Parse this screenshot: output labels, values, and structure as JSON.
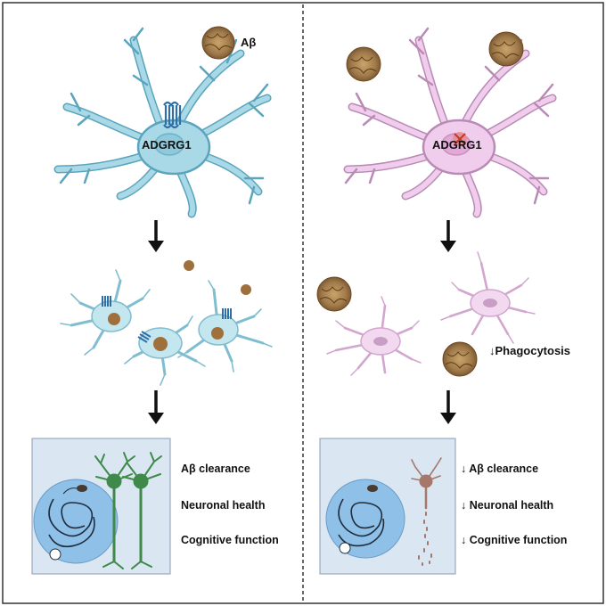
{
  "labels": {
    "abeta": "Aβ",
    "receptor_left": "ADGRG1",
    "receptor_right": "ADGRG1",
    "phagocytosis": "Phagocytosis"
  },
  "left_outcomes": [
    "Aβ clearance",
    "Neuronal health",
    "Cognitive function"
  ],
  "right_outcomes": [
    "Aβ clearance",
    "Neuronal health",
    "Cognitive function"
  ],
  "decrease_symbol": "↓",
  "colors": {
    "healthy_microglia": "#a9d8e6",
    "healthy_outline": "#5aa5bd",
    "deficient_microglia": "#f0cdec",
    "deficient_outline": "#b98ab5",
    "receptor": "#3b7fb8",
    "plaque": "#a07a4a",
    "neuron_healthy": "#3f8a4a",
    "neuron_damaged": "#a5786a",
    "outcome_panel": "#dbe6f3",
    "vessel_circle": "#8fc0e8"
  },
  "icons": [
    "amyloid-plaque-icon",
    "microglia-icon",
    "gpcr-receptor-icon",
    "neuron-icon",
    "mouse-maze-icon",
    "down-arrow-icon"
  ]
}
